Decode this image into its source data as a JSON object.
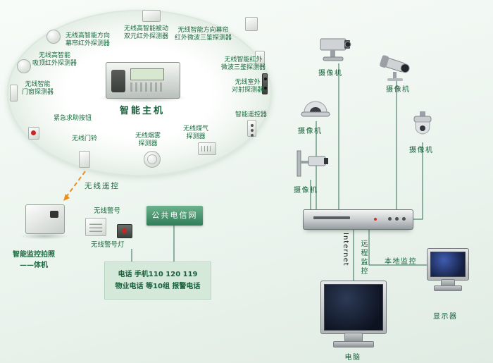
{
  "palette": {
    "background_top": "#f8fcf8",
    "background_bottom": "#e0ece3",
    "label_green": "#1e6b40",
    "title_green": "#136038",
    "line_green": "#2c6e55",
    "arrow_orange": "#ef8c1c",
    "telecom_box_green": "#2f7d58",
    "phone_box_bg": "#d5e9db",
    "screen_blue": "#141e40"
  },
  "hub": {
    "label": "智能主机"
  },
  "sensors": [
    {
      "id": "curtain-ir",
      "line1": "无线高智能方向",
      "line2": "幕帘红外探测器"
    },
    {
      "id": "passive-dual-ir",
      "line1": "无线高智能被动",
      "line2": "双元红外探测器"
    },
    {
      "id": "direction-curtain-triple",
      "line1": "无线智能方向幕帘",
      "line2": "红外微波三鉴探测器"
    },
    {
      "id": "ir-microwave-triple",
      "line1": "无线智能红外",
      "line2": "微波三鉴探测器"
    },
    {
      "id": "outdoor-beam",
      "line1": "无线室外",
      "line2": "对射探测器"
    },
    {
      "id": "smart-remote",
      "line1": "智能遥控器",
      "line2": ""
    },
    {
      "id": "gas",
      "line1": "无线煤气",
      "line2": "探测器"
    },
    {
      "id": "smoke",
      "line1": "无线烟雾",
      "line2": "探测器"
    },
    {
      "id": "doorbell",
      "line1": "无线门铃",
      "line2": ""
    },
    {
      "id": "panic-button",
      "line1": "紧急求助按钮",
      "line2": ""
    },
    {
      "id": "door-window",
      "line1": "无线智能",
      "line2": "门窗探测器"
    },
    {
      "id": "ceiling-ir",
      "line1": "无线高智能",
      "line2": "吸顶红外探测器"
    }
  ],
  "left": {
    "wireless_remote": "无线遥控",
    "aio_line1": "智能监控拍照",
    "aio_line2": "——体机",
    "siren": "无线警号",
    "siren_light": "无线警号灯",
    "telecom": "公共电信网",
    "phone_line1": "电话 手机110 120 119",
    "phone_line2": "物业电话 等10组 报警电话"
  },
  "right": {
    "cameras": [
      "摄像机",
      "摄像机",
      "摄像机",
      "摄像机",
      "摄像机"
    ],
    "internet": "Internet",
    "remote_monitoring": "远程监控",
    "local_monitoring": "本地监控",
    "display": "显示器",
    "pc": "电脑"
  }
}
